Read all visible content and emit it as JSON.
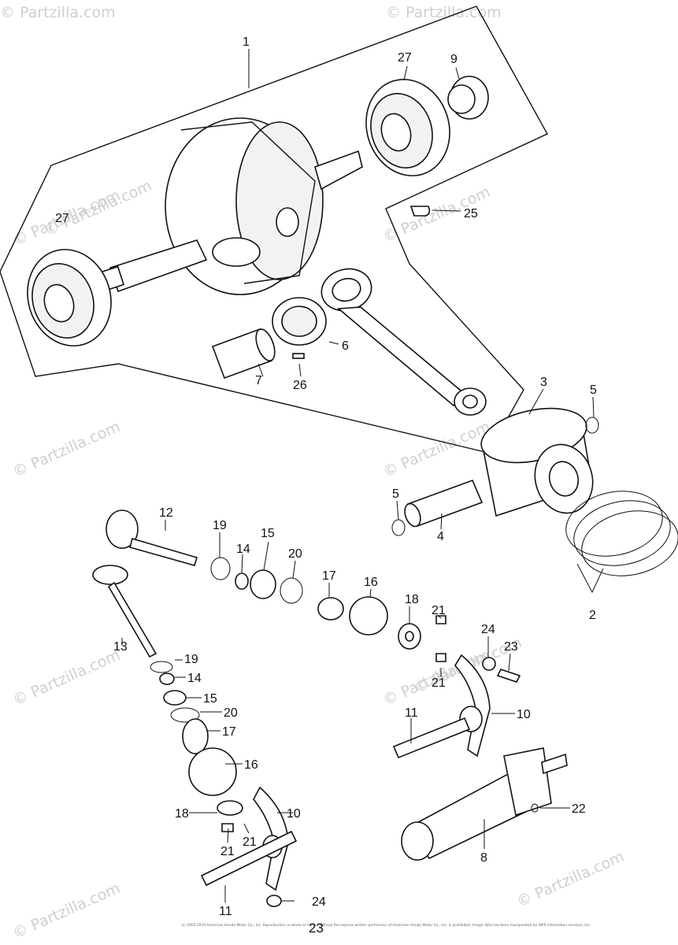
{
  "watermarks": [
    "© Partzilla.com",
    "© Partzilla.com",
    "© Partzilla.com",
    "© Partzilla.com",
    "© Partzilla.com",
    "© Partzilla.com",
    "© Partzilla.com",
    "© Partzilla.com",
    "© Partzilla.com",
    "© Partzilla.com",
    "© Partzilla.com",
    "© Partzilla.com"
  ],
  "callouts": [
    "1",
    "27",
    "9",
    "27",
    "25",
    "6",
    "7",
    "26",
    "3",
    "5",
    "5",
    "4",
    "2",
    "12",
    "19",
    "14",
    "15",
    "20",
    "17",
    "16",
    "18",
    "21",
    "24",
    "23",
    "21",
    "13",
    "19",
    "14",
    "15",
    "20",
    "17",
    "16",
    "10",
    "11",
    "22",
    "18",
    "10",
    "21",
    "21",
    "8",
    "11",
    "24"
  ],
  "copyright": "(c) 2002-2010 American Honda Motor Co., Inc. Reproduction in whole or in part without the express written permission of American Honda Motor Co., Inc. is prohibited. Image data has been manipulated by WPS information services, Inc.",
  "page_number": "23"
}
